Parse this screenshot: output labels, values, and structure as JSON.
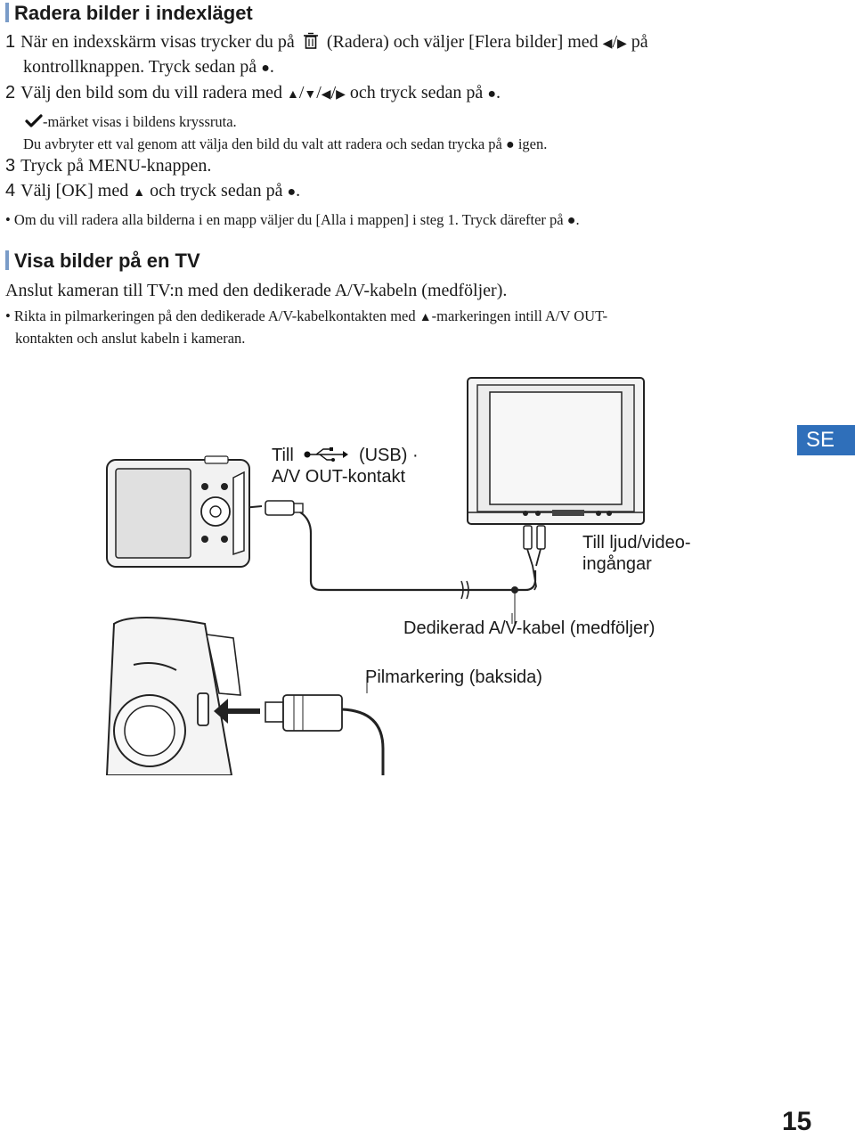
{
  "section1": {
    "title": "Radera bilder i indexläget",
    "step1_num": "1",
    "step1_a": "När en indexskärm visas trycker du på",
    "step1_b": "(Radera) och väljer [Flera bilder] med",
    "step1_c": "på",
    "step1_d": "kontrollknappen. Tryck sedan på",
    "step2_num": "2",
    "step2_a": "Välj den bild som du vill radera med",
    "step2_b": "och tryck sedan på",
    "step2_note1": "-märket visas i bildens kryssruta.",
    "step2_note2a": "Du avbryter ett val genom att välja den bild du valt att radera och sedan trycka på",
    "step2_note2b": "igen.",
    "step3_num": "3",
    "step3_text": "Tryck på MENU-knappen.",
    "step4_num": "4",
    "step4_a": "Välj [OK] med",
    "step4_b": "och tryck sedan på",
    "bullet": "Om du vill radera alla bilderna i en mapp väljer du [Alla i mappen] i steg 1. Tryck därefter på"
  },
  "section2": {
    "title": "Visa bilder på en TV",
    "intro": "Anslut kameran till TV:n med den dedikerade A/V-kabeln (medföljer).",
    "bullet_a": "Rikta in pilmarkeringen på den dedikerade A/V-kabelkontakten med",
    "bullet_b": "-markeringen intill A/V OUT-",
    "bullet_c": "kontakten och anslut kabeln i kameran."
  },
  "diagram": {
    "label_usb_a": "Till",
    "label_usb_b": "(USB) ·",
    "label_usb_c": "A/V OUT-kontakt",
    "label_inputs_a": "Till ljud/video-",
    "label_inputs_b": "ingångar",
    "label_cable": "Dedikerad A/V-kabel (medföljer)",
    "label_arrow": "Pilmarkering (baksida)"
  },
  "side_tab": "SE",
  "page_number": "15",
  "icons": [
    "trash-icon",
    "left-triangle-icon",
    "right-triangle-icon",
    "up-triangle-icon",
    "down-triangle-icon",
    "center-dot-icon",
    "checkmark-icon",
    "usb-icon"
  ],
  "colors": {
    "accent": "#2f6fba",
    "heading_bar": "#7a9cc8"
  }
}
